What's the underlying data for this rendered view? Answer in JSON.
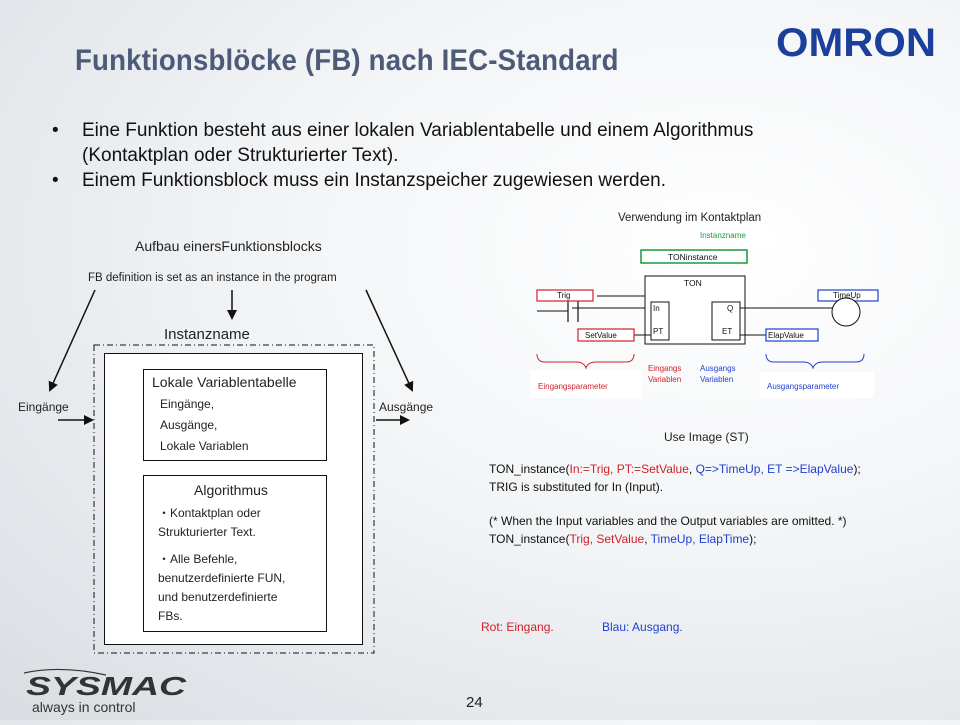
{
  "title": "Funktionsblöcke (FB) nach IEC-Standard",
  "logo_text": "OMRON",
  "bullets": [
    {
      "dot": "•",
      "text": "Eine Funktion besteht aus einer lokalen Variablentabelle und einem Algorithmus (Kontaktplan oder Strukturierter Text)."
    },
    {
      "dot": "•",
      "text": "Einem Funktionsblock muss ein Instanzspeicher zugewiesen werden."
    }
  ],
  "left_diagram": {
    "heading": "Aufbau einersFunktionsblocks",
    "subheading": "FB definition is set as an instance in the program",
    "instance_label": "Instanzname",
    "inputs_label": "Eingänge",
    "outputs_label": "Ausgänge",
    "var_table": {
      "title": "Lokale Variablentabelle",
      "lines": [
        "Eingänge,",
        "Ausgänge,",
        "Lokale Variablen"
      ]
    },
    "algorithm": {
      "title": "Algorithmus",
      "lines": [
        "・Kontaktplan oder",
        "Strukturierter Text.",
        "・Alle Befehle,",
        "benutzerdefinierte FUN,",
        "und benutzerdefinierte",
        "FBs."
      ]
    }
  },
  "ladder": {
    "heading": "Verwendung im Kontaktplan",
    "instance_name_label": "Instanzname",
    "instance": "TONinstance",
    "fb_name": "TON",
    "pin_in": "In",
    "pin_pt": "PT",
    "pin_q": "Q",
    "pin_et": "ET",
    "trig": "Trig",
    "setvalue": "SetValue",
    "timeup": "TimeUp",
    "elapvalue": "ElapValue",
    "in_params": "Eingangsparameter",
    "in_vars": [
      "Eingangs",
      "Variablen"
    ],
    "out_vars": [
      "Ausgangs",
      "Variablen"
    ],
    "out_params": "Ausgangsparameter"
  },
  "st": {
    "heading": "Use Image (ST)",
    "line1": {
      "a": "TON_instance(",
      "b": "In:=Trig, PT:=SetValue",
      "c": ", ",
      "d": "Q=>TimeUp, ET =>ElapValue",
      "e": ");"
    },
    "line2": "TRIG is substituted for In (Input).",
    "line3": "(* When the Input variables and the Output variables are omitted. *)",
    "line4": {
      "a": "TON_instance(",
      "b": "Trig, SetValue",
      "c": ", ",
      "d": "TimeUp, ElapTime",
      "e": ");"
    }
  },
  "legend": {
    "red": "Rot: Eingang.",
    "blue": "Blau: Ausgang."
  },
  "footer": {
    "brand": "SYSMAC",
    "tagline": "always in control",
    "page": "24"
  },
  "colors": {
    "title": "#4d5a78",
    "red": "#d0202a",
    "blue": "#1f3fd0",
    "green": "#1a9a3a",
    "logo": "#1b3f9a"
  }
}
